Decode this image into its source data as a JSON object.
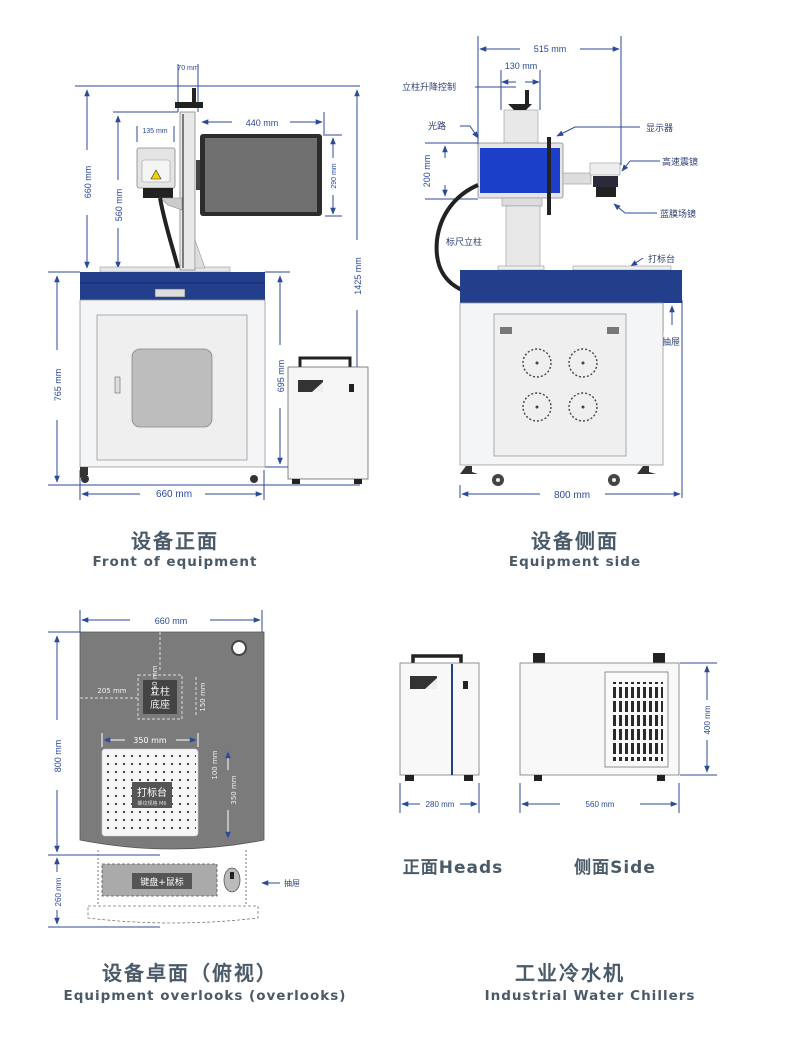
{
  "colors": {
    "dimension": "#2c4a9a",
    "machine_blue": "#233f8c",
    "head_blue": "#1c3fc9",
    "cabinet": "#f2f3f5",
    "tabletop_gray": "#7b7b7b",
    "caption": "#4a5a68"
  },
  "front_view": {
    "dims": {
      "top_width": "70 mm",
      "monitor_width": "440 mm",
      "head_width": "135 mm",
      "column_height": "660 mm",
      "head_height": "560 mm",
      "monitor_height": "290 mm",
      "total_height": "1425 mm",
      "cabinet_height": "765 mm",
      "chiller_height": "695 mm",
      "cabinet_width": "660 mm"
    },
    "caption_cn": "设备正面",
    "caption_en": "Front of equipment"
  },
  "side_view": {
    "dims": {
      "total_width": "515 mm",
      "lift_width": "130 mm",
      "head_height": "200 mm",
      "cabinet_width": "800 mm"
    },
    "labels": {
      "lift_control": "立柱升降控制",
      "optical_path": "光路",
      "display": "显示器",
      "galvo": "高速震镜",
      "field_lens": "蓝膜场镜",
      "ruler_column": "标尺立柱",
      "marking_table": "打标台",
      "drawer": "抽屉"
    },
    "caption_cn": "设备侧面",
    "caption_en": "Equipment side"
  },
  "top_view": {
    "dims": {
      "width": "660 mm",
      "depth": "800 mm",
      "column_offset_top": "150 mm",
      "column_offset_left": "205 mm",
      "column_size": "150 mm",
      "table_width": "350 mm",
      "table_offset": "100 mm",
      "table_depth": "350 mm",
      "drawer_depth": "260 mm"
    },
    "labels": {
      "column_base_line1": "立柱",
      "column_base_line2": "底座",
      "marking_table": "打标台",
      "marking_table_sub": "螺纹规格 M6",
      "keyboard_mouse": "键盘+鼠标",
      "drawer": "抽屉"
    },
    "caption_cn": "设备卓面（俯视）",
    "caption_en": "Equipment overlooks (overlooks)"
  },
  "chiller_view": {
    "dims": {
      "front_width": "280 mm",
      "side_width": "560 mm",
      "height": "400 mm"
    },
    "label_front": "正面Heads",
    "label_side": "侧面Side",
    "caption_cn": "工业冷水机",
    "caption_en": "Industrial Water Chillers"
  }
}
